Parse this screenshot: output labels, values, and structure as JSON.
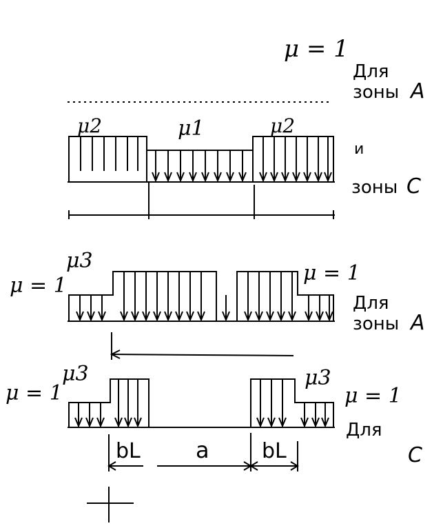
{
  "scheme1": {
    "mu_top": "μ = 1",
    "caption_line1": "Для",
    "caption_line2": "зоны",
    "zone_letter": "A"
  },
  "scheme2": {
    "mu_left": "μ2",
    "mu_center": "μ1",
    "mu_right": "μ2",
    "caption_line1": "и",
    "caption_line2": "зоны",
    "zone_letter": "C"
  },
  "scheme3": {
    "mu_left_outer": "μ = 1",
    "mu_left_inner": "μ3",
    "mu_right": "μ = 1",
    "caption_line1": "Для",
    "caption_line2": "зоны",
    "zone_letter": "A"
  },
  "scheme4": {
    "mu_left_outer": "μ = 1",
    "mu_left_inner": "μ3",
    "mu_right_inner": "μ3",
    "mu_right_outer": "μ = 1",
    "caption_line1": "Для",
    "zone_letter": "C",
    "dim_b_left": "bL",
    "dim_a": "a",
    "dim_b_right": "bL"
  }
}
